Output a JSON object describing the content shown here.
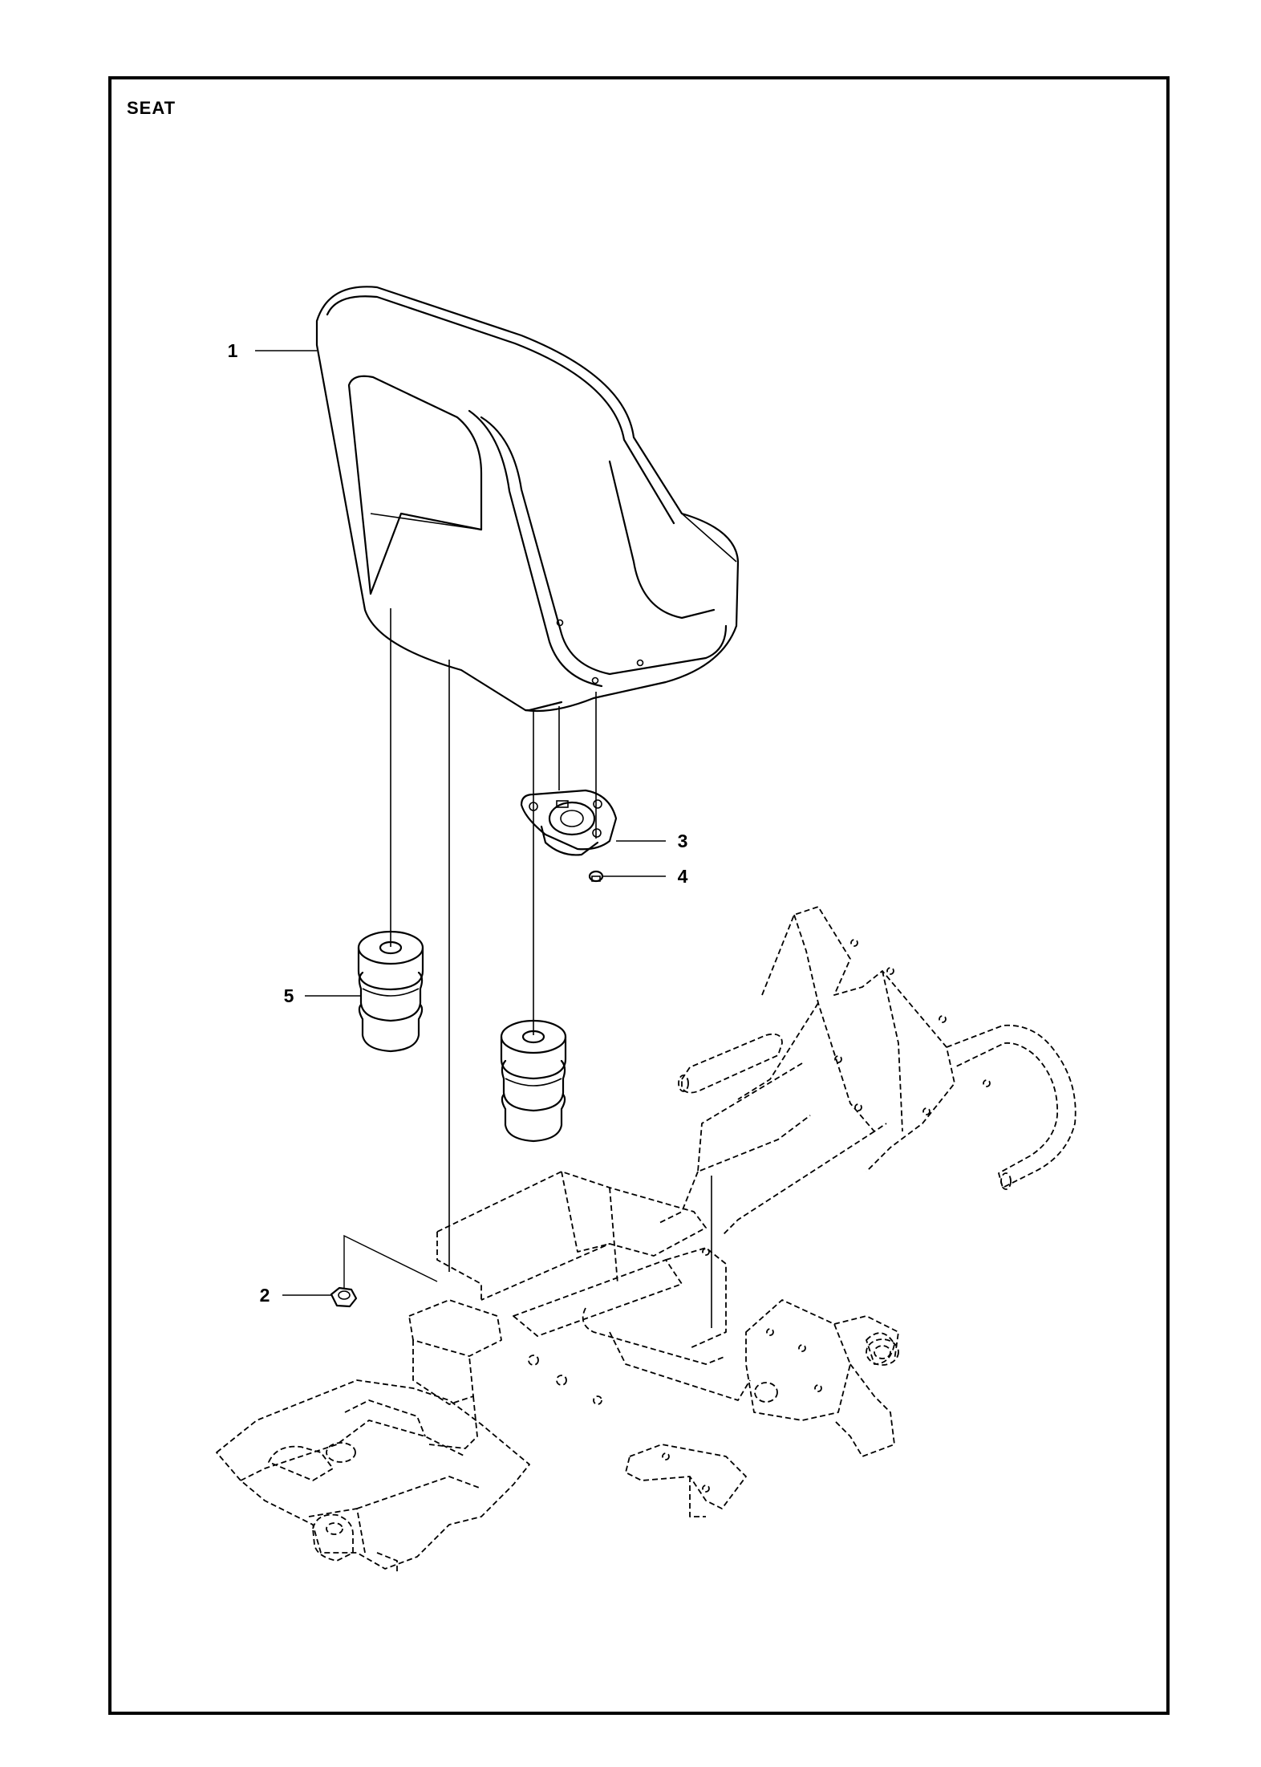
{
  "title": "SEAT",
  "parts": [
    {
      "number": "1",
      "part": "seat"
    },
    {
      "number": "2",
      "part": "nut"
    },
    {
      "number": "3",
      "part": "seat-switch"
    },
    {
      "number": "4",
      "part": "screw"
    },
    {
      "number": "5",
      "part": "rubber-damper"
    }
  ]
}
